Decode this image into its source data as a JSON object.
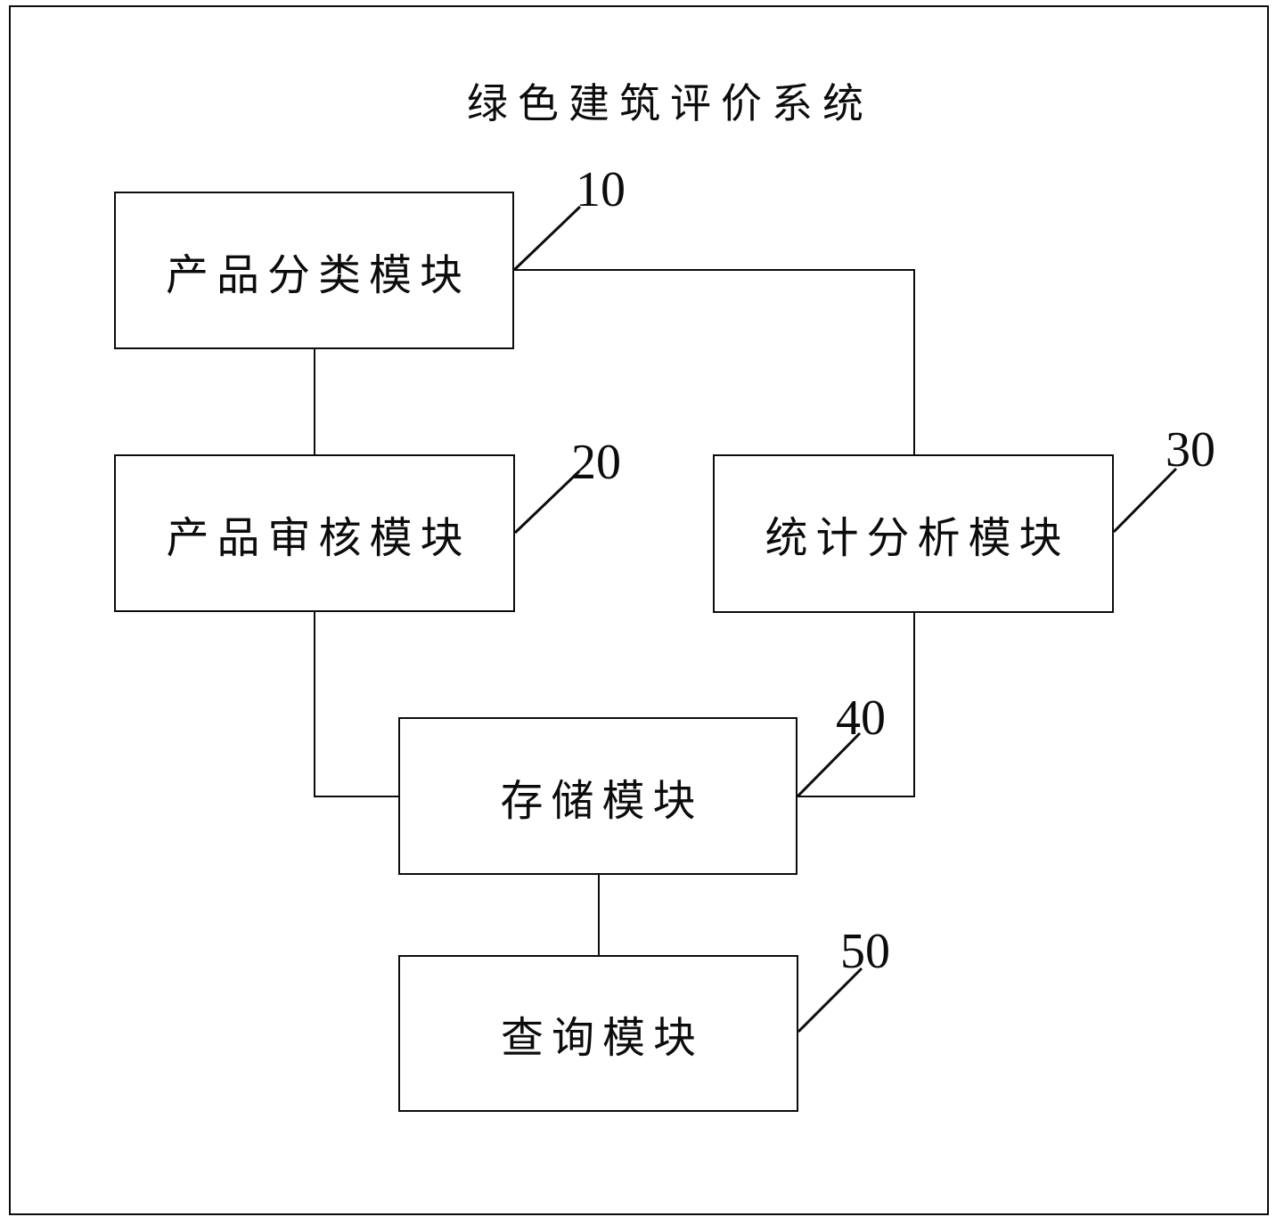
{
  "figure": {
    "title": "绿色建筑评价系统",
    "modules": [
      {
        "ref": "10",
        "label": "产品分类模块"
      },
      {
        "ref": "20",
        "label": "产品审核模块"
      },
      {
        "ref": "30",
        "label": "统计分析模块"
      },
      {
        "ref": "40",
        "label": "存储模块"
      },
      {
        "ref": "50",
        "label": "查询模块"
      }
    ],
    "connections": [
      {
        "from": "10",
        "to": "20"
      },
      {
        "from": "10",
        "to": "30"
      },
      {
        "from": "20",
        "to": "40"
      },
      {
        "from": "30",
        "to": "40"
      },
      {
        "from": "40",
        "to": "50"
      }
    ],
    "line_color": "#0c0c0c"
  }
}
